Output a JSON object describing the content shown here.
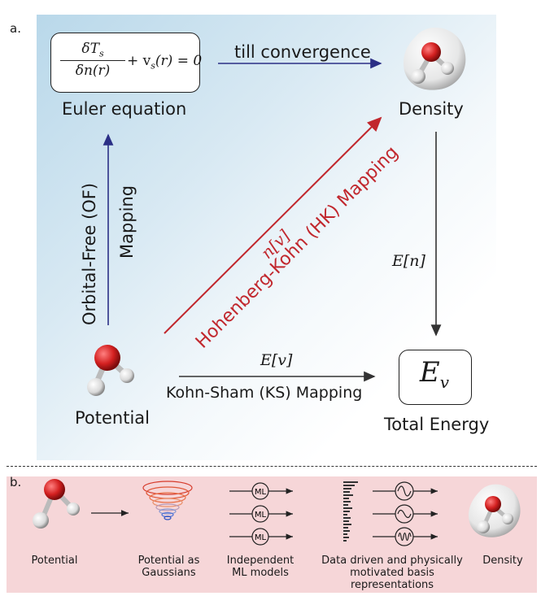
{
  "panel_a": {
    "label": "a.",
    "euler_box": {
      "frac_num": "δT",
      "frac_num_sub": "s",
      "frac_den": "δn(r)",
      "rest": "+ v",
      "rest_sub": "s",
      "rest_tail": "(r) = 0"
    },
    "euler_label": "Euler equation",
    "till_convergence": "till convergence",
    "density_label": "Density",
    "of_label": "Orbital-Free (OF)",
    "of_mapping": "Mapping",
    "hk_nv": "n[v]",
    "hk_label": "Hohenberg-Kohn (HK) Mapping",
    "en_label": "E[n]",
    "ev_label": "E[v]",
    "ks_label": "Kohn-Sham (KS) Mapping",
    "potential_label": "Potential",
    "energy_box": "E",
    "energy_box_sub": "v",
    "total_energy_label": "Total Energy"
  },
  "panel_b": {
    "label": "b.",
    "ml_tag": "ML",
    "steps": [
      {
        "label": "Potential"
      },
      {
        "label": "Potential as Gaussians"
      },
      {
        "label": "Independent ML models"
      },
      {
        "label": "Data driven and physically motivated basis representations"
      },
      {
        "label": "Density"
      }
    ]
  },
  "colors": {
    "blue_arrow": "#2b2f86",
    "red_arrow": "#c1272d",
    "dark_arrow": "#333333",
    "panel_a_bg": "#cfe4f0",
    "panel_b_bg": "#f6d6d8"
  }
}
